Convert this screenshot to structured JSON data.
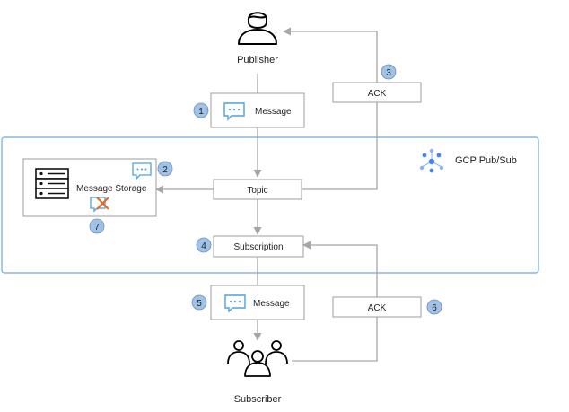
{
  "colors": {
    "arrow": "#a6a6a6",
    "box_border": "#9e9e9e",
    "region_border": "#6fa8dc",
    "badge_fill": "#9fc3e7",
    "badge_stroke": "#6f8fb8",
    "message_icon": "#4aa3df",
    "gcp_blue": "#4285f4",
    "error_orange": "#e86a2a"
  },
  "actors": {
    "publisher": "Publisher",
    "subscriber": "Subscriber"
  },
  "region": {
    "title": "GCP Pub/Sub"
  },
  "nodes": {
    "message_top": "Message",
    "ack_top": "ACK",
    "topic": "Topic",
    "storage": "Message Storage",
    "subscription": "Subscription",
    "message_bottom": "Message",
    "ack_bottom": "ACK"
  },
  "steps": [
    "1",
    "2",
    "3",
    "4",
    "5",
    "6",
    "7"
  ],
  "icons": {
    "publisher": "person-icon",
    "subscriber": "group-icon",
    "message": "message-bubble-icon",
    "storage": "server-icon",
    "lost_message": "message-error-icon",
    "gcp": "pubsub-hub-icon"
  }
}
